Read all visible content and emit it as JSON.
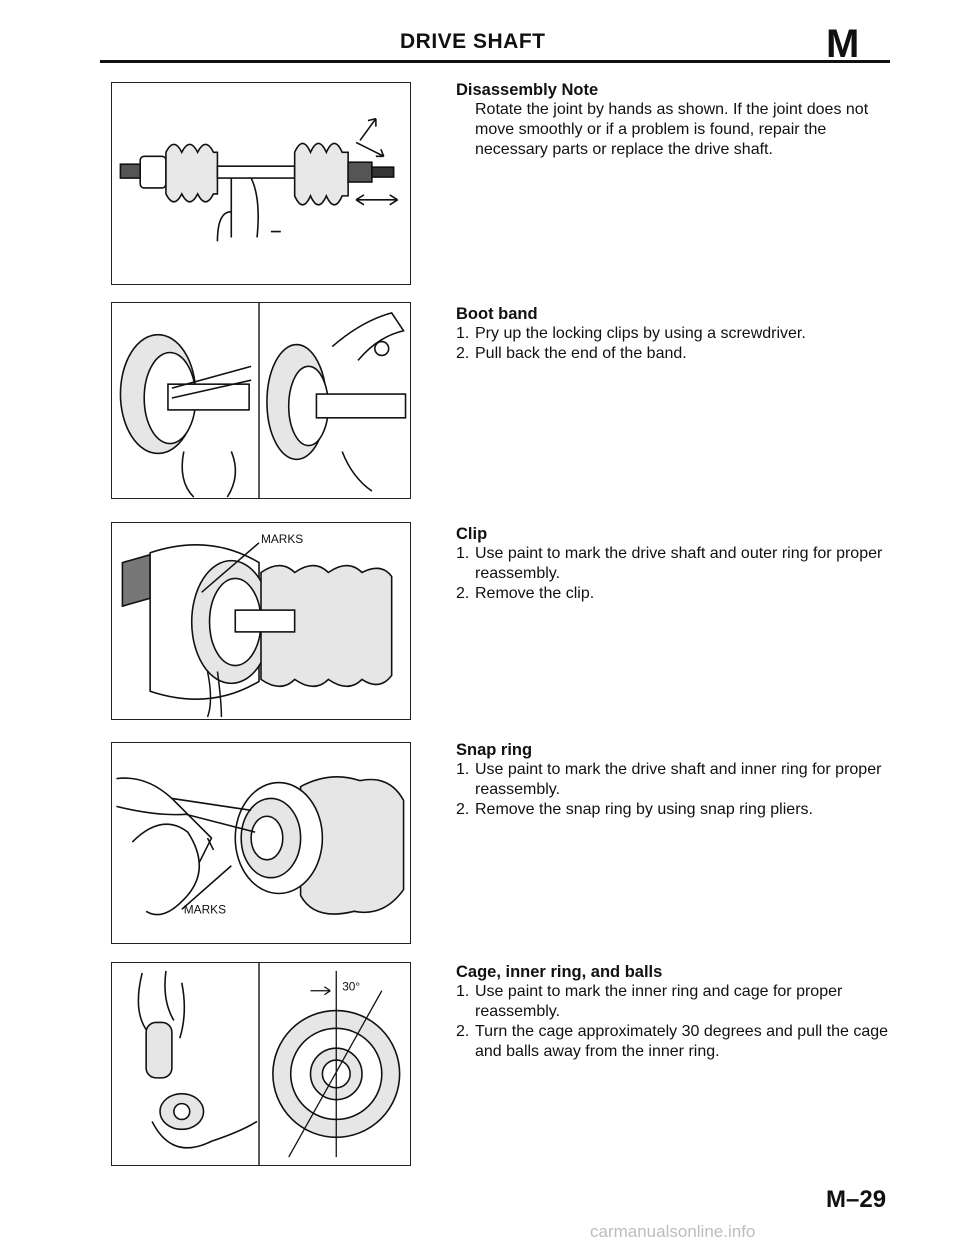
{
  "header": {
    "title": "DRIVE SHAFT",
    "section_letter": "M"
  },
  "figures": {
    "clip_label": "MARKS",
    "snap_label": "MARKS",
    "cage_label": "30°"
  },
  "sections": [
    {
      "heading": "Disassembly Note",
      "text": "Rotate the joint by hands as shown. If the joint does not move smoothly or if a problem is found, repair the necessary parts or replace the drive shaft."
    },
    {
      "heading": "Boot band",
      "steps": [
        {
          "num": "1.",
          "text": "Pry up the locking clips by using a screwdriver."
        },
        {
          "num": "2.",
          "text": "Pull back the end of the band."
        }
      ]
    },
    {
      "heading": "Clip",
      "steps": [
        {
          "num": "1.",
          "text": "Use paint to mark the drive shaft and outer ring for proper reassembly."
        },
        {
          "num": "2.",
          "text": "Remove the clip."
        }
      ]
    },
    {
      "heading": "Snap ring",
      "steps": [
        {
          "num": "1.",
          "text": "Use paint to mark the drive shaft and inner ring for proper reassembly."
        },
        {
          "num": "2.",
          "text": "Remove the snap ring by using snap ring pliers."
        }
      ]
    },
    {
      "heading": "Cage, inner ring, and balls",
      "steps": [
        {
          "num": "1.",
          "text": "Use paint to mark the inner ring and cage for proper reassembly."
        },
        {
          "num": "2.",
          "text": "Turn the cage approximately 30 degrees and pull the cage and balls away from the inner ring."
        }
      ]
    }
  ],
  "footer": {
    "page_number": "M–29"
  },
  "watermark": "carmanualsonline.info"
}
